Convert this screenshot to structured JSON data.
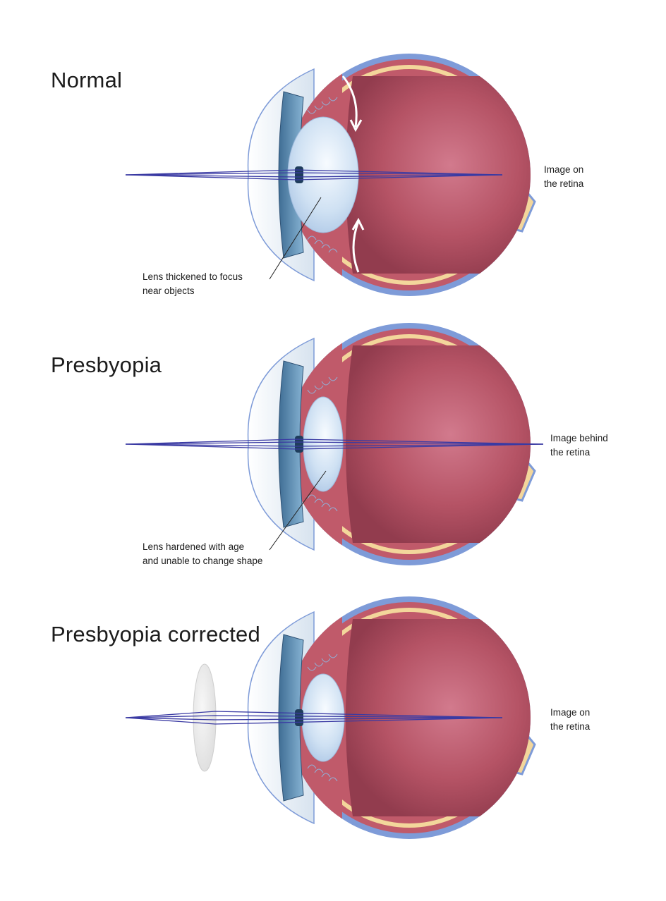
{
  "panels": [
    {
      "title": "Normal",
      "image_label": [
        "Image on",
        "the retina"
      ],
      "lens_label": [
        "Lens thickened to focus",
        "near objects"
      ]
    },
    {
      "title": "Presbyopia",
      "image_label": [
        "Image behind",
        "the retina"
      ],
      "lens_label": [
        "Lens hardened with age",
        "and unable to change shape"
      ]
    },
    {
      "title": "Presbyopia corrected",
      "image_label": [
        "Image on",
        "the retina"
      ],
      "lens_label": []
    }
  ],
  "colors": {
    "sclera_blue": "#7e9bd8",
    "retina_yellow": "#f3d69b",
    "choroid": "#c05a6a",
    "vitreous": "#b65567",
    "vitreous_light": "#d2798c",
    "lens": "#cfe3f4",
    "cornea": "#eef3f8",
    "light_ray": "#3a3aa3"
  }
}
